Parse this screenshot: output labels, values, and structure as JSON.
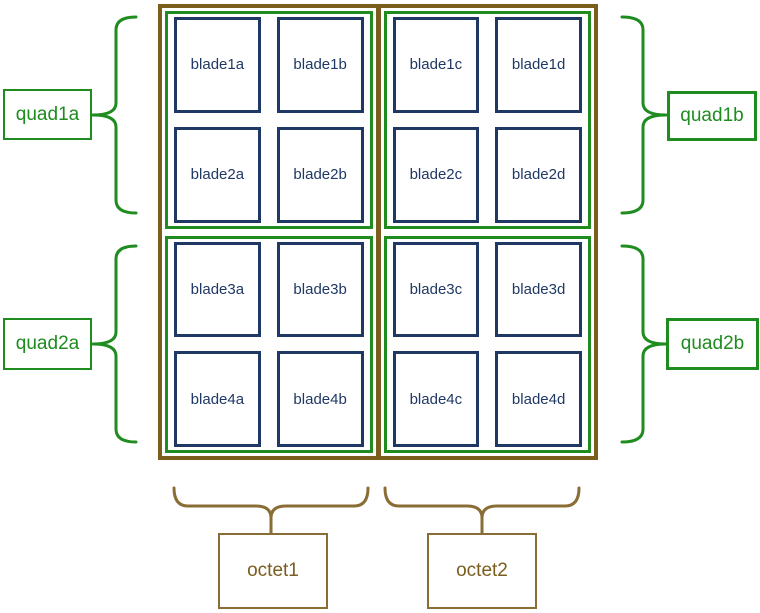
{
  "colors": {
    "green": "#1E8C1E",
    "brown": "#7B5D1E",
    "brown_light": "#8A6C35",
    "navy": "#1F3864",
    "bg": "#FFFFFF"
  },
  "assembly": {
    "quads": {
      "q1a": {
        "label": "quad1a",
        "blades": [
          "blade1a",
          "blade1b",
          "blade2a",
          "blade2b"
        ]
      },
      "q1b": {
        "label": "quad1b",
        "blades": [
          "blade1c",
          "blade1d",
          "blade2c",
          "blade2d"
        ]
      },
      "q2a": {
        "label": "quad2a",
        "blades": [
          "blade3a",
          "blade3b",
          "blade4a",
          "blade4b"
        ]
      },
      "q2b": {
        "label": "quad2b",
        "blades": [
          "blade3c",
          "blade3d",
          "blade4c",
          "blade4d"
        ]
      }
    },
    "octets": {
      "o1": {
        "label": "octet1",
        "quads": [
          "quad1a",
          "quad2a"
        ]
      },
      "o2": {
        "label": "octet2",
        "quads": [
          "quad1b",
          "quad2b"
        ]
      }
    }
  }
}
